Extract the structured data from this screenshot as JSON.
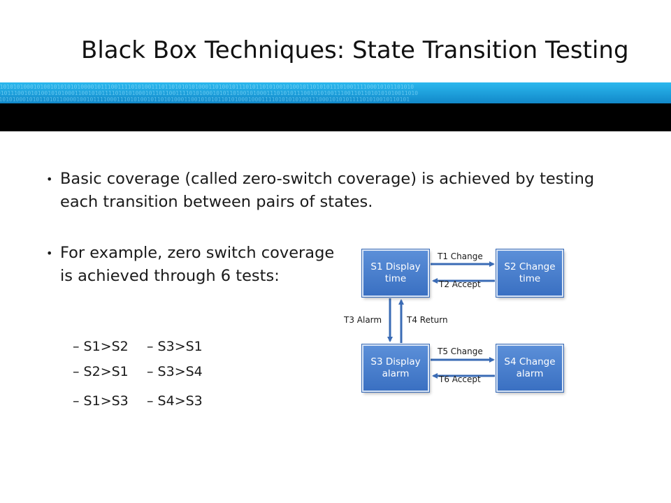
{
  "slide": {
    "title": "Black Box Techniques: State Transition Testing",
    "bullets": [
      "Basic coverage (called zero-switch coverage) is achieved by testing each transition between pairs of states.",
      "For example, zero switch coverage is achieved through 6 tests:"
    ],
    "tests_col1": [
      "S1>S2",
      "S2>S1",
      "S1>S3"
    ],
    "tests_col2": [
      "S3>S1",
      "S3>S4",
      "S4>S3"
    ],
    "dash": "–",
    "bullet_glyph": "•"
  },
  "diagram": {
    "states": {
      "s1": "S1 Display time",
      "s2": "S2 Change time",
      "s3": "S3 Display alarm",
      "s4": "S4 Change alarm"
    },
    "transitions": {
      "t1": "T1 Change",
      "t2": "T2 Accept",
      "t3": "T3 Alarm",
      "t4": "T4 Return",
      "t5": "T5 Change",
      "t6": "T6 Accept"
    },
    "colors": {
      "state_fill": "#4a7fcf",
      "arrow": "#3a6bb5",
      "band": "#1aa6e0"
    }
  }
}
